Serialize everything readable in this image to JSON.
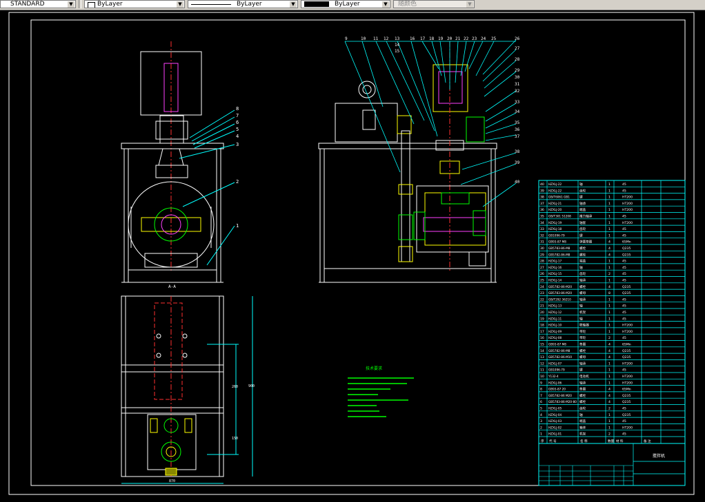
{
  "toolbar": {
    "text_style": "STANDARD",
    "color": "ByLayer",
    "linetype": "ByLayer",
    "lineweight": "ByLayer",
    "plotstyle": "随颜色"
  },
  "drawing": {
    "section_label": "A-A",
    "tech_notes_title": "技术要求",
    "balloons_left": [
      "8",
      "7",
      "6",
      "5",
      "4",
      "3",
      "2",
      "1"
    ],
    "balloons_right_top": [
      "9",
      "10",
      "11",
      "12",
      "13",
      "14",
      "15",
      "16",
      "17",
      "18",
      "19",
      "20",
      "21",
      "22",
      "23",
      "24",
      "25",
      "26",
      "27",
      "28"
    ],
    "balloons_right_side": [
      "29",
      "30",
      "31",
      "32",
      "33",
      "34",
      "35",
      "36",
      "37",
      "38",
      "39",
      "40"
    ],
    "dim_bottom": "870",
    "dim_height": "900",
    "dim_inner_1": "260",
    "dim_inner_2": "150"
  },
  "parts_table": {
    "headers": [
      "序",
      "代 号",
      "名 称",
      "数量",
      "材 料",
      "备 注"
    ],
    "rows": [
      [
        "40",
        "HZXLJ-22",
        "轴",
        "1",
        "45"
      ],
      [
        "39",
        "HZXLJ-22",
        "齿轮",
        "1",
        "45"
      ],
      [
        "38",
        "GB/T6061 GB1",
        "键",
        "1",
        "HT200"
      ],
      [
        "37",
        "HZXLJ-21",
        "轴承",
        "1",
        "HT200"
      ],
      [
        "36",
        "HZXLJ-20",
        "端盖",
        "1",
        "HT200"
      ],
      [
        "35",
        "GB/T301 51208",
        "推力轴承",
        "1",
        "45"
      ],
      [
        "34",
        "HZXLJ-19",
        "轴套",
        "1",
        "HT200"
      ],
      [
        "33",
        "HZXLJ-18",
        "齿轮",
        "1",
        "45"
      ],
      [
        "32",
        "GB1096-79",
        "键",
        "1",
        "45"
      ],
      [
        "31",
        "GB93-87 M8",
        "弹簧垫圈",
        "4",
        "65Mn"
      ],
      [
        "30",
        "GB5783-86-M8",
        "螺栓",
        "4",
        "Q235"
      ],
      [
        "29",
        "GB5782-86-M8",
        "螺栓",
        "4",
        "Q235"
      ],
      [
        "28",
        "HZXLJ-17",
        "端盖",
        "1",
        "45"
      ],
      [
        "27",
        "HZXLJ-16",
        "轴",
        "1",
        "45"
      ],
      [
        "26",
        "HZXLJ-15",
        "齿轮",
        "2",
        "45"
      ],
      [
        "25",
        "HZXLJ-14",
        "轴承",
        "1",
        "45"
      ],
      [
        "24",
        "GB5782-86-M20",
        "螺栓",
        "4",
        "Q235"
      ],
      [
        "23",
        "GB5783-86-M20",
        "螺母",
        "8",
        "Q235"
      ],
      [
        "22",
        "GB/T292 36210",
        "轴承",
        "1",
        "45"
      ],
      [
        "21",
        "HZXLJ-13",
        "轴",
        "1",
        "45"
      ],
      [
        "20",
        "HZXLJ-12",
        "机架",
        "1",
        "45"
      ],
      [
        "19",
        "HZXLJ-11",
        "轴",
        "1",
        "45"
      ],
      [
        "18",
        "HZXLJ-10",
        "联轴器",
        "1",
        "HT200"
      ],
      [
        "17",
        "HZXLJ-09",
        "带轮",
        "1",
        "HT200"
      ],
      [
        "16",
        "HZXLJ-08",
        "带轮",
        "2",
        "45"
      ],
      [
        "15",
        "GB93-87 M8",
        "垫圈",
        "4",
        "65Mn"
      ],
      [
        "14",
        "GB5782-86-M8",
        "螺栓",
        "4",
        "Q235"
      ],
      [
        "13",
        "GB5782-86-M10",
        "螺母",
        "4",
        "Q235"
      ],
      [
        "12",
        "HZXLJ-07",
        "轴承",
        "1",
        "HT200"
      ],
      [
        "11",
        "GB1096-79",
        "键",
        "1",
        "45"
      ],
      [
        "10",
        "Y132-4",
        "电动机",
        "1",
        "HT200"
      ],
      [
        "9",
        "HZXLJ-06",
        "轴承",
        "1",
        "HT200"
      ],
      [
        "8",
        "GB93-87 20",
        "垫圈",
        "4",
        "65Mn"
      ],
      [
        "7",
        "GB5782-86 M20",
        "螺栓",
        "4",
        "Q235"
      ],
      [
        "6",
        "GB5783-86-M20-80",
        "螺栓",
        "4",
        "Q235"
      ],
      [
        "5",
        "HZXLJ-05",
        "齿轮",
        "2",
        "45"
      ],
      [
        "4",
        "HZXLJ-04",
        "轴",
        "1",
        "Q235"
      ],
      [
        "3",
        "HZXLJ-03",
        "端盖",
        "1",
        "45"
      ],
      [
        "2",
        "HZXLJ-02",
        "箱体",
        "1",
        "HT200"
      ],
      [
        "1",
        "HZXLJ-01",
        "机架",
        "2",
        "45"
      ]
    ],
    "title_block_name": "搅拌机"
  }
}
